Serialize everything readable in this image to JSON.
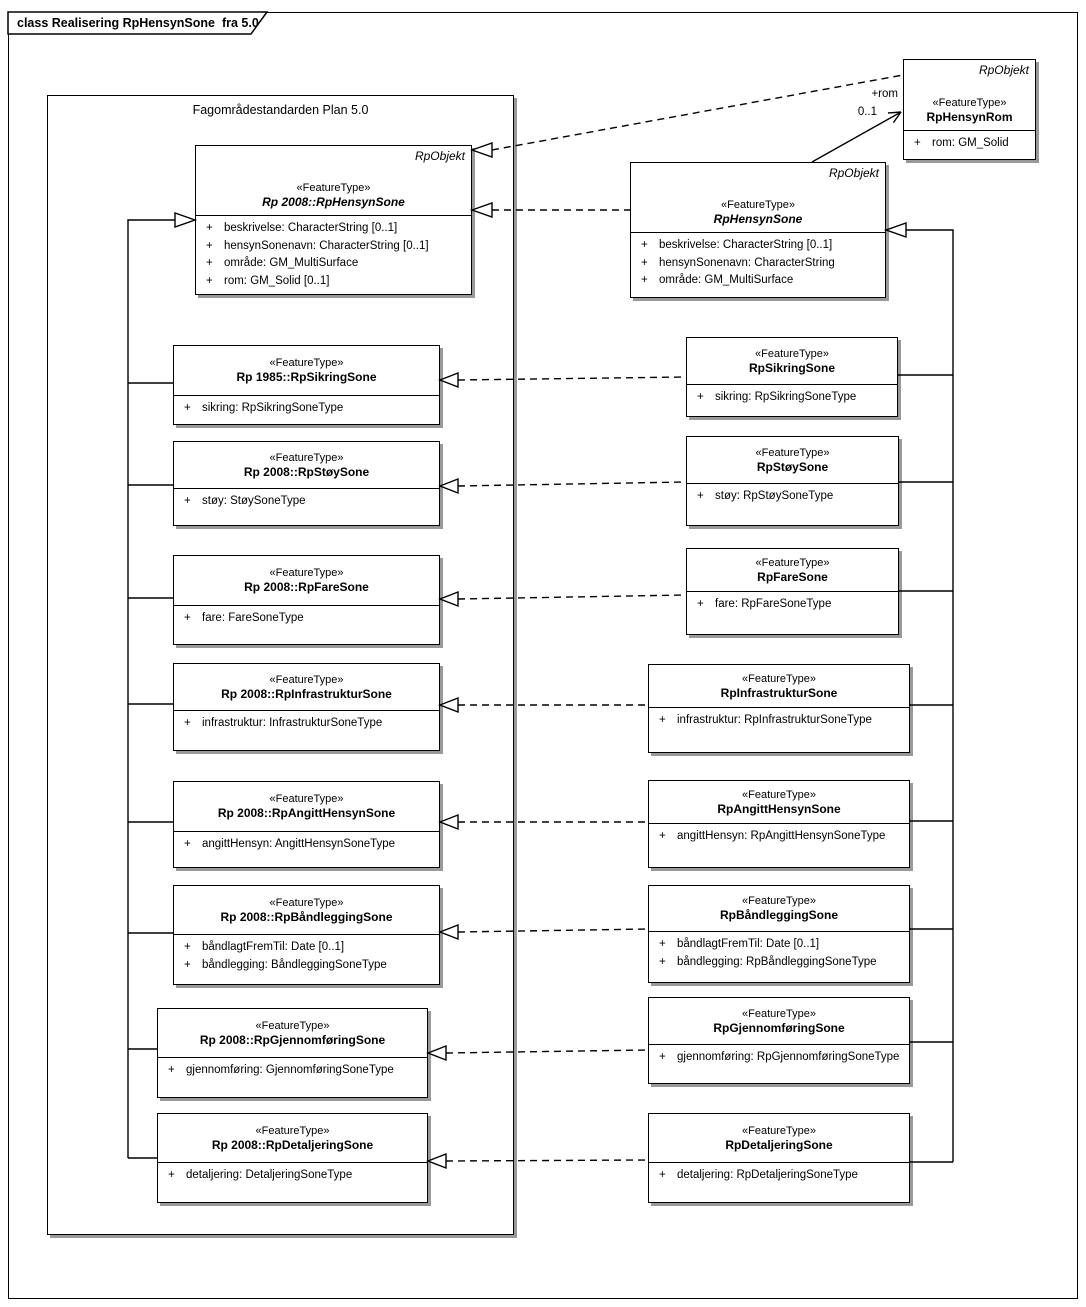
{
  "diagram": {
    "tab_title": "class Realisering RpHensynSone  fra 5.0",
    "container_label": "Fagområdestandarden Plan 5.0"
  },
  "association": {
    "role": "+rom",
    "multiplicity": "0..1"
  },
  "classes": {
    "rom": {
      "super": "RpObjekt",
      "stereotype": "«FeatureType»",
      "name": "RpHensynRom",
      "attributes": [
        {
          "vis": "+",
          "text": "rom: GM_Solid"
        }
      ]
    },
    "left": [
      {
        "super": "RpObjekt",
        "stereotype": "«FeatureType»",
        "name": "Rp 2008::RpHensynSone",
        "attributes": [
          {
            "vis": "+",
            "text": "beskrivelse: CharacterString [0..1]"
          },
          {
            "vis": "+",
            "text": "hensynSonenavn: CharacterString [0..1]"
          },
          {
            "vis": "+",
            "text": "område: GM_MultiSurface"
          },
          {
            "vis": "+",
            "text": "rom: GM_Solid [0..1]"
          }
        ]
      },
      {
        "stereotype": "«FeatureType»",
        "name": "Rp 1985::RpSikringSone",
        "attributes": [
          {
            "vis": "+",
            "text": "sikring: RpSikringSoneType"
          }
        ]
      },
      {
        "stereotype": "«FeatureType»",
        "name": "Rp 2008::RpStøySone",
        "attributes": [
          {
            "vis": "+",
            "text": "støy: StøySoneType"
          }
        ]
      },
      {
        "stereotype": "«FeatureType»",
        "name": "Rp 2008::RpFareSone",
        "attributes": [
          {
            "vis": "+",
            "text": "fare: FareSoneType"
          }
        ]
      },
      {
        "stereotype": "«FeatureType»",
        "name": "Rp 2008::RpInfrastrukturSone",
        "attributes": [
          {
            "vis": "+",
            "text": "infrastruktur: InfrastrukturSoneType"
          }
        ]
      },
      {
        "stereotype": "«FeatureType»",
        "name": "Rp 2008::RpAngittHensynSone",
        "attributes": [
          {
            "vis": "+",
            "text": "angittHensyn: AngittHensynSoneType"
          }
        ]
      },
      {
        "stereotype": "«FeatureType»",
        "name": "Rp 2008::RpBåndleggingSone",
        "attributes": [
          {
            "vis": "+",
            "text": "båndlagtFremTil: Date [0..1]"
          },
          {
            "vis": "+",
            "text": "båndlegging: BåndleggingSoneType"
          }
        ]
      },
      {
        "stereotype": "«FeatureType»",
        "name": "Rp 2008::RpGjennomføringSone",
        "attributes": [
          {
            "vis": "+",
            "text": "gjennomføring: GjennomføringSoneType"
          }
        ]
      },
      {
        "stereotype": "«FeatureType»",
        "name": "Rp 2008::RpDetaljeringSone",
        "attributes": [
          {
            "vis": "+",
            "text": "detaljering: DetaljeringSoneType"
          }
        ]
      }
    ],
    "right": [
      {
        "super": "RpObjekt",
        "stereotype": "«FeatureType»",
        "name": "RpHensynSone",
        "attributes": [
          {
            "vis": "+",
            "text": "beskrivelse: CharacterString [0..1]"
          },
          {
            "vis": "+",
            "text": "hensynSonenavn: CharacterString"
          },
          {
            "vis": "+",
            "text": "område: GM_MultiSurface"
          }
        ]
      },
      {
        "stereotype": "«FeatureType»",
        "name": "RpSikringSone",
        "attributes": [
          {
            "vis": "+",
            "text": "sikring: RpSikringSoneType"
          }
        ]
      },
      {
        "stereotype": "«FeatureType»",
        "name": "RpStøySone",
        "attributes": [
          {
            "vis": "+",
            "text": "støy: RpStøySoneType"
          }
        ]
      },
      {
        "stereotype": "«FeatureType»",
        "name": "RpFareSone",
        "attributes": [
          {
            "vis": "+",
            "text": "fare: RpFareSoneType"
          }
        ]
      },
      {
        "stereotype": "«FeatureType»",
        "name": "RpInfrastrukturSone",
        "attributes": [
          {
            "vis": "+",
            "text": "infrastruktur: RpInfrastrukturSoneType"
          }
        ]
      },
      {
        "stereotype": "«FeatureType»",
        "name": "RpAngittHensynSone",
        "attributes": [
          {
            "vis": "+",
            "text": "angittHensyn: RpAngittHensynSoneType"
          }
        ]
      },
      {
        "stereotype": "«FeatureType»",
        "name": "RpBåndleggingSone",
        "attributes": [
          {
            "vis": "+",
            "text": "båndlagtFremTil: Date [0..1]"
          },
          {
            "vis": "+",
            "text": "båndlegging: RpBåndleggingSoneType"
          }
        ]
      },
      {
        "stereotype": "«FeatureType»",
        "name": "RpGjennomføringSone",
        "attributes": [
          {
            "vis": "+",
            "text": "gjennomføring: RpGjennomføringSoneType"
          }
        ]
      },
      {
        "stereotype": "«FeatureType»",
        "name": "RpDetaljeringSone",
        "attributes": [
          {
            "vis": "+",
            "text": "detaljering: RpDetaljeringSoneType"
          }
        ]
      }
    ]
  }
}
